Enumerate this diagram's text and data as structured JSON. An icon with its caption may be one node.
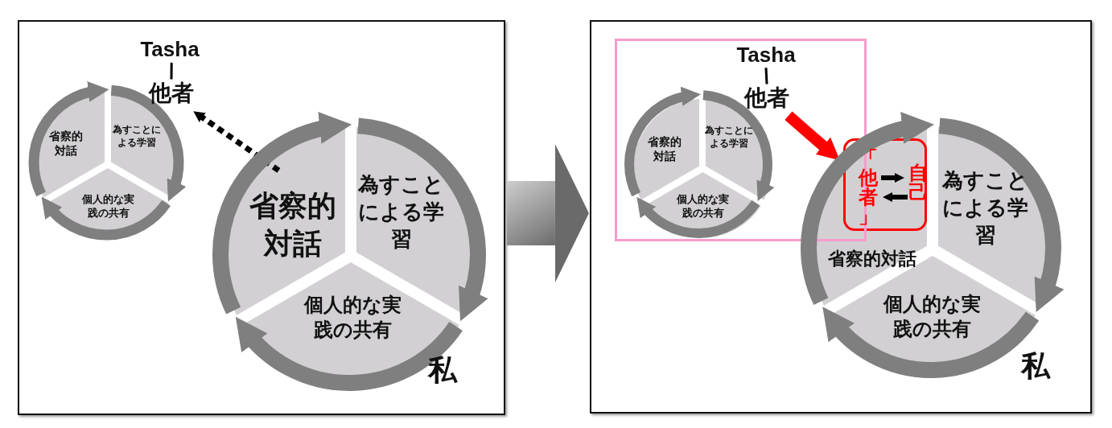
{
  "diagram": {
    "nodes": [
      {
        "text": [],
        "shape": "box"
      },
      {
        "text": [],
        "shape": "box"
      },
      {
        "text": [
          "Tasha"
        ],
        "in": 0
      },
      {
        "text": [
          "他者"
        ],
        "in": 0
      },
      {
        "text": [
          "省察的対話"
        ],
        "in": 0
      },
      {
        "text": [
          "為すことによる学習"
        ],
        "in": 0
      },
      {
        "text": [
          "個人的な実践の共有"
        ],
        "in": 0
      },
      {
        "text": [
          "省察的対話"
        ],
        "in": 0
      },
      {
        "text": [
          "為すことによる学習"
        ],
        "in": 0
      },
      {
        "text": [
          "個人的な実践の共有"
        ],
        "in": 0
      },
      {
        "text": [],
        "shape": "box",
        "in": 1
      },
      {
        "text": [
          "Tasha"
        ],
        "in": 10
      },
      {
        "text": [
          "他者"
        ],
        "in": 10
      },
      {
        "text": [
          "省察的対話"
        ],
        "in": 10
      },
      {
        "text": [
          "為すことによる学習"
        ],
        "in": 10
      },
      {
        "text": [
          "個人的な実践の共有"
        ],
        "in": 10
      },
      {
        "text": [
          "為すことによる学習"
        ],
        "in": 1
      },
      {
        "text": [
          "個人的な実践の共有"
        ],
        "in": 1
      },
      {
        "text": [
          "省察的対話"
        ],
        "in": 1
      },
      {
        "text": [],
        "shape": "box",
        "in": 18
      },
      {
        "text": [
          "「他者」"
        ],
        "in": 19
      },
      {
        "text": [
          "自己"
        ],
        "in": 19
      }
    ],
    "edges": [
      {
        "from": 0,
        "to": 1,
        "arrow": "to"
      },
      {
        "from": 2,
        "to": 3,
        "arrow": "none",
        "color": "#000000"
      },
      {
        "from": 7,
        "to": 3,
        "arrow": "to",
        "style": "dashed",
        "color": "#000000"
      },
      {
        "from": 4,
        "to": 5,
        "arrow": "to"
      },
      {
        "from": 5,
        "to": 6,
        "arrow": "to"
      },
      {
        "from": 6,
        "to": 4,
        "arrow": "to"
      },
      {
        "from": 7,
        "to": 8,
        "arrow": "to"
      },
      {
        "from": 8,
        "to": 9,
        "arrow": "to"
      },
      {
        "from": 9,
        "to": 7,
        "arrow": "to"
      },
      {
        "from": 11,
        "to": 12,
        "arrow": "none",
        "color": "#000000"
      },
      {
        "from": 12,
        "to": 19,
        "arrow": "to",
        "color": "#ff0000"
      },
      {
        "from": 13,
        "to": 14,
        "arrow": "to"
      },
      {
        "from": 14,
        "to": 15,
        "arrow": "to"
      },
      {
        "from": 15,
        "to": 13,
        "arrow": "to"
      },
      {
        "from": 18,
        "to": 16,
        "arrow": "to"
      },
      {
        "from": 16,
        "to": 17,
        "arrow": "to"
      },
      {
        "from": 17,
        "to": 18,
        "arrow": "to"
      },
      {
        "from": 20,
        "to": 21,
        "arrow": "to",
        "color": "#000000"
      },
      {
        "from": 21,
        "to": 20,
        "arrow": "to",
        "color": "#000000"
      }
    ],
    "labels": [
      "私",
      "私"
    ]
  }
}
